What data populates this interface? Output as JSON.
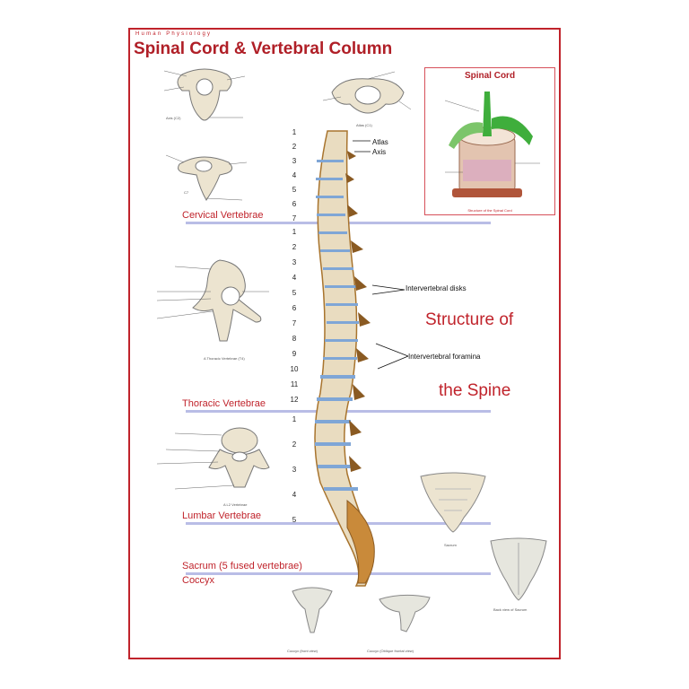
{
  "poster": {
    "kicker": "Human Physiology",
    "title": "Spinal Cord & Vertebral Column",
    "sections": {
      "cervical": "Cervical Vertebrae",
      "thoracic": "Thoracic Vertebrae",
      "lumbar": "Lumbar Vertebrae",
      "sacrum": "Sacrum (5 fused vertebrae)",
      "coccyx": "Coccyx"
    },
    "numbers": {
      "cervical": [
        "1",
        "2",
        "3",
        "4",
        "5",
        "6",
        "7"
      ],
      "thoracic": [
        "1",
        "2",
        "3",
        "4",
        "5",
        "6",
        "7",
        "8",
        "9",
        "10",
        "11",
        "12"
      ],
      "lumbar": [
        "1",
        "2",
        "3",
        "4",
        "5"
      ]
    },
    "callouts": {
      "atlas": "Atlas",
      "axis": "Axis",
      "disks": "Intervertebral disks",
      "foramina": "Intervertebral foramina"
    },
    "headline": {
      "line1": "Structure of",
      "line2": "the Spine"
    },
    "inset": {
      "title": "Spinal Cord",
      "caption": "Structure of the Spinal Cord"
    },
    "figure_captions": {
      "axis_c2": "Axis (C2)",
      "atlas_c1": "Atlas (C1)",
      "c7": "C7",
      "t4": "A Thoracic Vertebrae (T4)",
      "l2": "A L2 Vertebrae",
      "sacrum": "Sacrum",
      "back_sacrum": "Back view of Sacrum",
      "coccyx_front": "Coccyx (front view)",
      "coccyx_oblique": "Coccyx (Oblique frontal view)"
    }
  },
  "colors": {
    "brand_red": "#c0232b",
    "guide_bar": "#b9bde6",
    "disk_blue": "#7fa6d6",
    "bone": "#e9dcc0",
    "bone_dark": "#a8742e",
    "cord_green": "#3fae3c"
  }
}
